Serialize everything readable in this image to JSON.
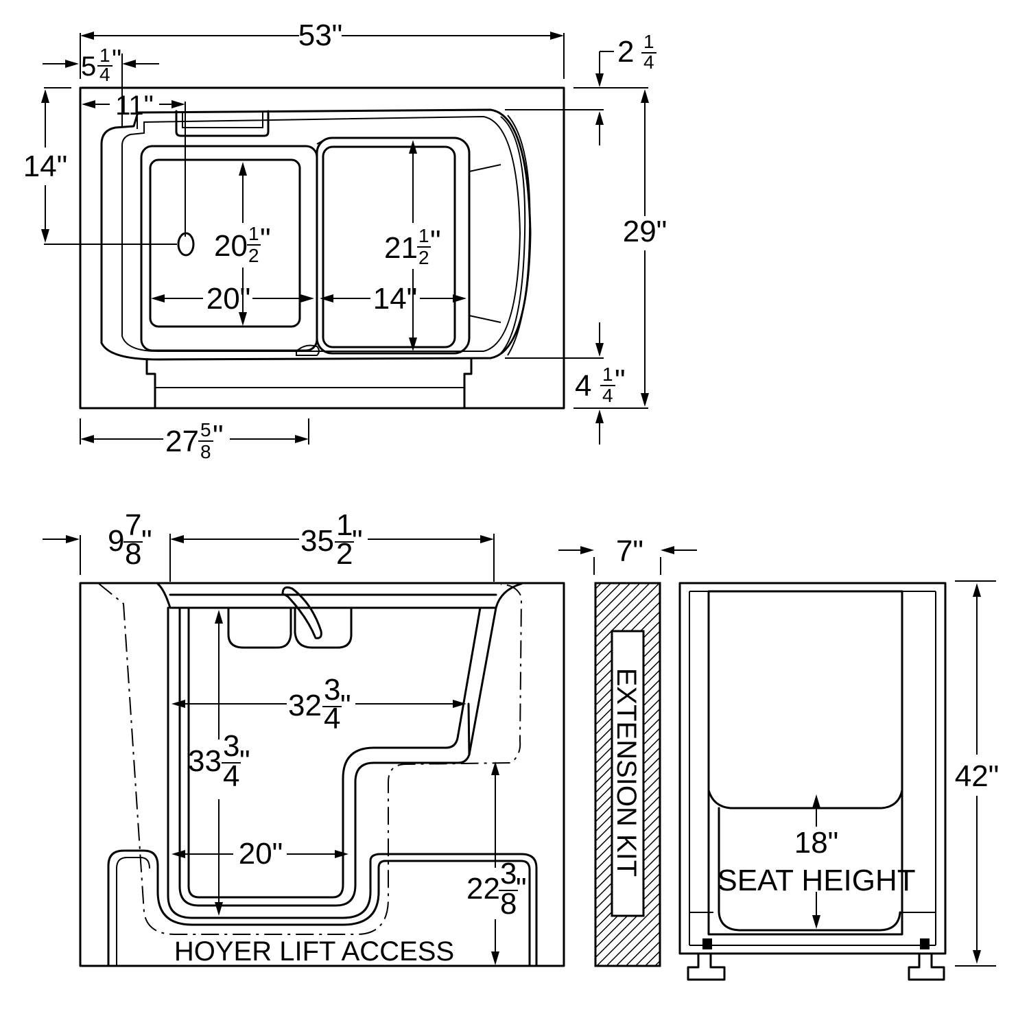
{
  "top_view": {
    "overall_length": "53\"",
    "drain_offset_whole": "5",
    "drain_offset_num": "1",
    "drain_offset_den": "4",
    "drain_offset_unit": "\"",
    "door_offset": "11\"",
    "drain_from_back": "14\"",
    "left_basin_depth_whole": "20",
    "left_basin_depth_num": "1",
    "left_basin_depth_den": "2",
    "left_basin_depth_unit": "\"",
    "right_basin_depth_whole": "21",
    "right_basin_depth_num": "1",
    "right_basin_depth_den": "2",
    "right_basin_depth_unit": "\"",
    "left_basin_width": "20\"",
    "right_basin_width": "14\"",
    "overall_width": "29\"",
    "back_rim_whole": "2",
    "back_rim_num": "1",
    "back_rim_den": "4",
    "front_rim_whole": "4",
    "front_rim_num": "1",
    "front_rim_den": "4",
    "front_rim_unit": "\"",
    "door_width_whole": "27",
    "door_width_num": "5",
    "door_width_den": "8",
    "door_width_unit": "\""
  },
  "front_view": {
    "left_offset_whole": "9",
    "left_offset_num": "7",
    "left_offset_den": "8",
    "left_offset_unit": "\"",
    "interior_length_whole": "35",
    "interior_length_num": "1",
    "interior_length_den": "2",
    "interior_length_unit": "\"",
    "interior_width_whole": "32",
    "interior_width_num": "3",
    "interior_width_den": "4",
    "interior_width_unit": "\"",
    "interior_depth_whole": "33",
    "interior_depth_num": "3",
    "interior_depth_den": "4",
    "interior_depth_unit": "\"",
    "footwell_width": "20\"",
    "step_height_whole": "22",
    "step_height_num": "3",
    "step_height_den": "8",
    "step_height_unit": "\"",
    "access_label": "HOYER LIFT ACCESS"
  },
  "extension_kit": {
    "width": "7\"",
    "label": "EXTENSION KIT"
  },
  "side_view": {
    "overall_height": "42\"",
    "seat_height_value": "18\"",
    "seat_height_label": "SEAT HEIGHT"
  }
}
